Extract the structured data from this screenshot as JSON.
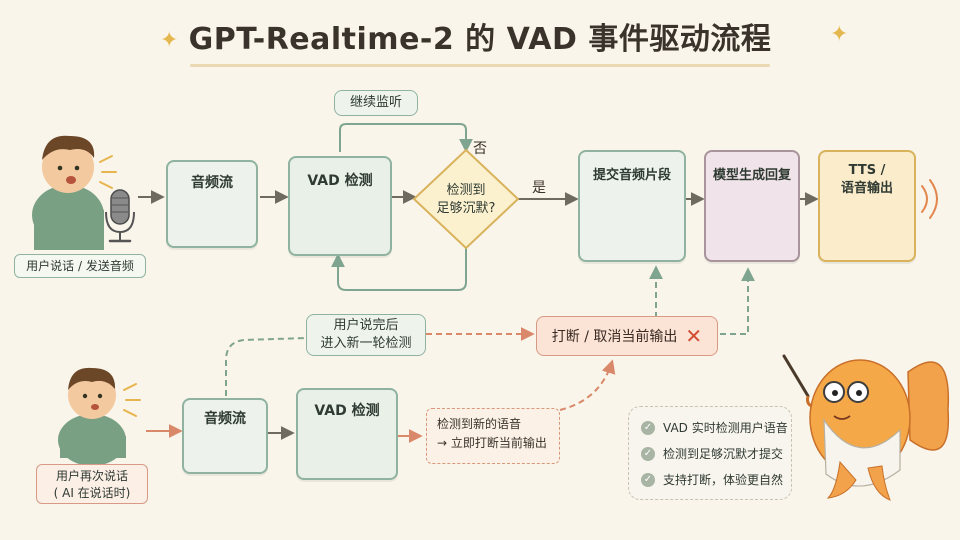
{
  "title": "GPT-Realtime-2 的 VAD 事件驱动流程",
  "nodes": {
    "user_caption": "用户说话 / 发送音频",
    "stream1": "音频流",
    "vad1": "VAD 检测",
    "decision": "检测到\n足够沉默?",
    "submit": "提交音频片段",
    "model": "模型生成回复",
    "tts": "TTS /\n语音输出",
    "keep_listening": "继续监听",
    "user_again_caption": "用户再次说话\n( AI 在说话时)",
    "stream2": "音频流",
    "vad2": "VAD 检测",
    "new_speech": "检测到新的语音\n→ 立即打断当前输出",
    "interrupt": "打断 / 取消当前输出",
    "after_done": "用户说完后\n进入新一轮检测"
  },
  "edges": {
    "yes": "是",
    "no": "否"
  },
  "notes": [
    "VAD 实时检测用户语音",
    "检测到足够沉默才提交",
    "支持打断，体验更自然"
  ],
  "icons": {
    "check": "check-icon",
    "cross": "cross-icon",
    "mic": "microphone-icon",
    "speaker": "speaker-icon",
    "brain": "brain-icon",
    "document": "document-icon",
    "magnifier": "magnifier-icon"
  },
  "colors": {
    "green_border": "#8fb3a0",
    "green_fill": "#edf3ec",
    "decision_border": "#d9b25c",
    "decision_fill": "#fbf1cf",
    "model_fill": "#f0e4ea",
    "tts_fill": "#fbeccb",
    "interrupt_red": "#d24a30",
    "dashed_orange": "#d9987a"
  }
}
